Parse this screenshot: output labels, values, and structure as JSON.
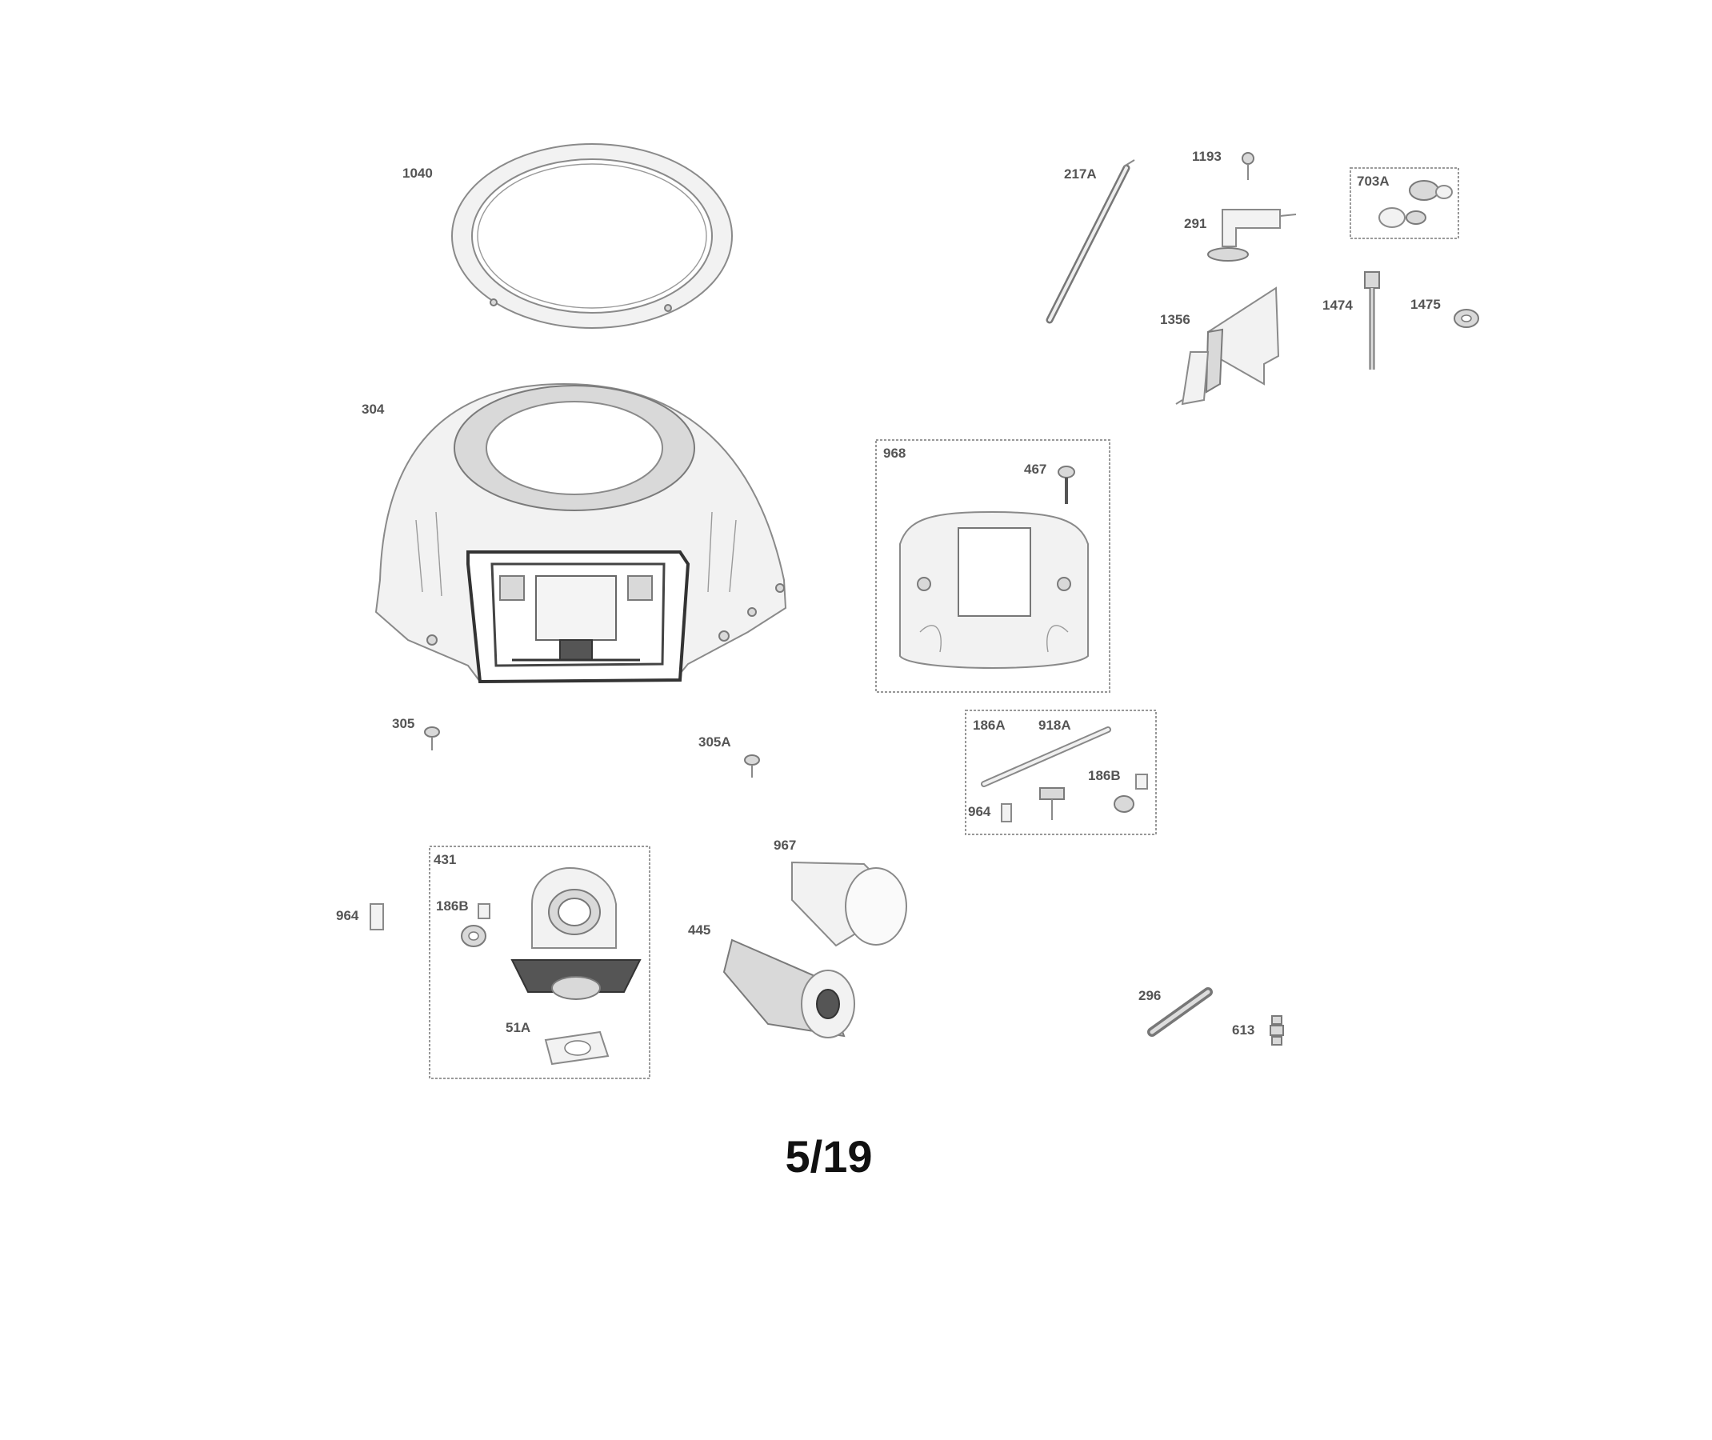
{
  "page": {
    "number": "5/19"
  },
  "parts": [
    {
      "id": "1040",
      "label": "1040"
    },
    {
      "id": "217A",
      "label": "217A"
    },
    {
      "id": "1193",
      "label": "1193"
    },
    {
      "id": "291",
      "label": "291"
    },
    {
      "id": "703A",
      "label": "703A"
    },
    {
      "id": "1356",
      "label": "1356"
    },
    {
      "id": "1474",
      "label": "1474"
    },
    {
      "id": "1475",
      "label": "1475"
    },
    {
      "id": "304",
      "label": "304"
    },
    {
      "id": "968",
      "label": "968"
    },
    {
      "id": "467",
      "label": "467"
    },
    {
      "id": "305",
      "label": "305"
    },
    {
      "id": "305A",
      "label": "305A"
    },
    {
      "id": "186A",
      "label": "186A"
    },
    {
      "id": "918A",
      "label": "918A"
    },
    {
      "id": "186B_kit",
      "label": "186B"
    },
    {
      "id": "964_kit",
      "label": "964"
    },
    {
      "id": "431",
      "label": "431"
    },
    {
      "id": "964",
      "label": "964"
    },
    {
      "id": "186B",
      "label": "186B"
    },
    {
      "id": "51A",
      "label": "51A"
    },
    {
      "id": "967",
      "label": "967"
    },
    {
      "id": "445",
      "label": "445"
    },
    {
      "id": "296",
      "label": "296"
    },
    {
      "id": "613",
      "label": "613"
    }
  ]
}
